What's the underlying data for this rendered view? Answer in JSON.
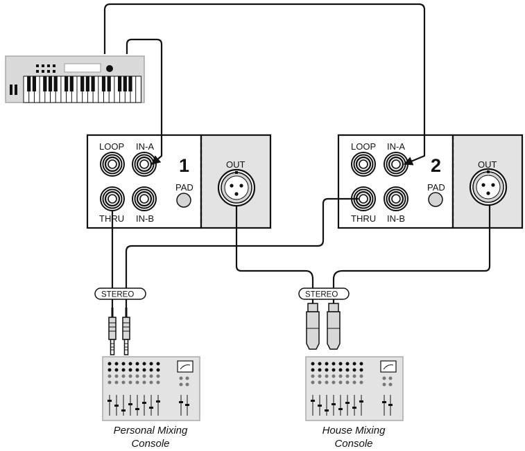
{
  "di_box_1": {
    "number": "1",
    "loop": "LOOP",
    "in_a": "IN-A",
    "thru": "THRU",
    "in_b": "IN-B",
    "pad": "PAD",
    "out": "OUT"
  },
  "di_box_2": {
    "number": "2",
    "loop": "LOOP",
    "in_a": "IN-A",
    "thru": "THRU",
    "in_b": "IN-B",
    "pad": "PAD",
    "out": "OUT"
  },
  "stereo_tags": {
    "left": "STEREO",
    "right": "STEREO"
  },
  "personal_console": {
    "line1": "Personal Mixing",
    "line2": "Console"
  },
  "house_console": {
    "line1": "House Mixing",
    "line2": "Console"
  },
  "colors": {
    "panel": "#e3e3e3",
    "outline": "#111111",
    "device_gray": "#dcdcdc"
  },
  "icons": [
    "keyboard-synth-icon",
    "mixing-console-icon",
    "xlr-connector-icon",
    "quarter-inch-jack-icon",
    "trs-plug-icon",
    "xlr-plug-icon"
  ]
}
